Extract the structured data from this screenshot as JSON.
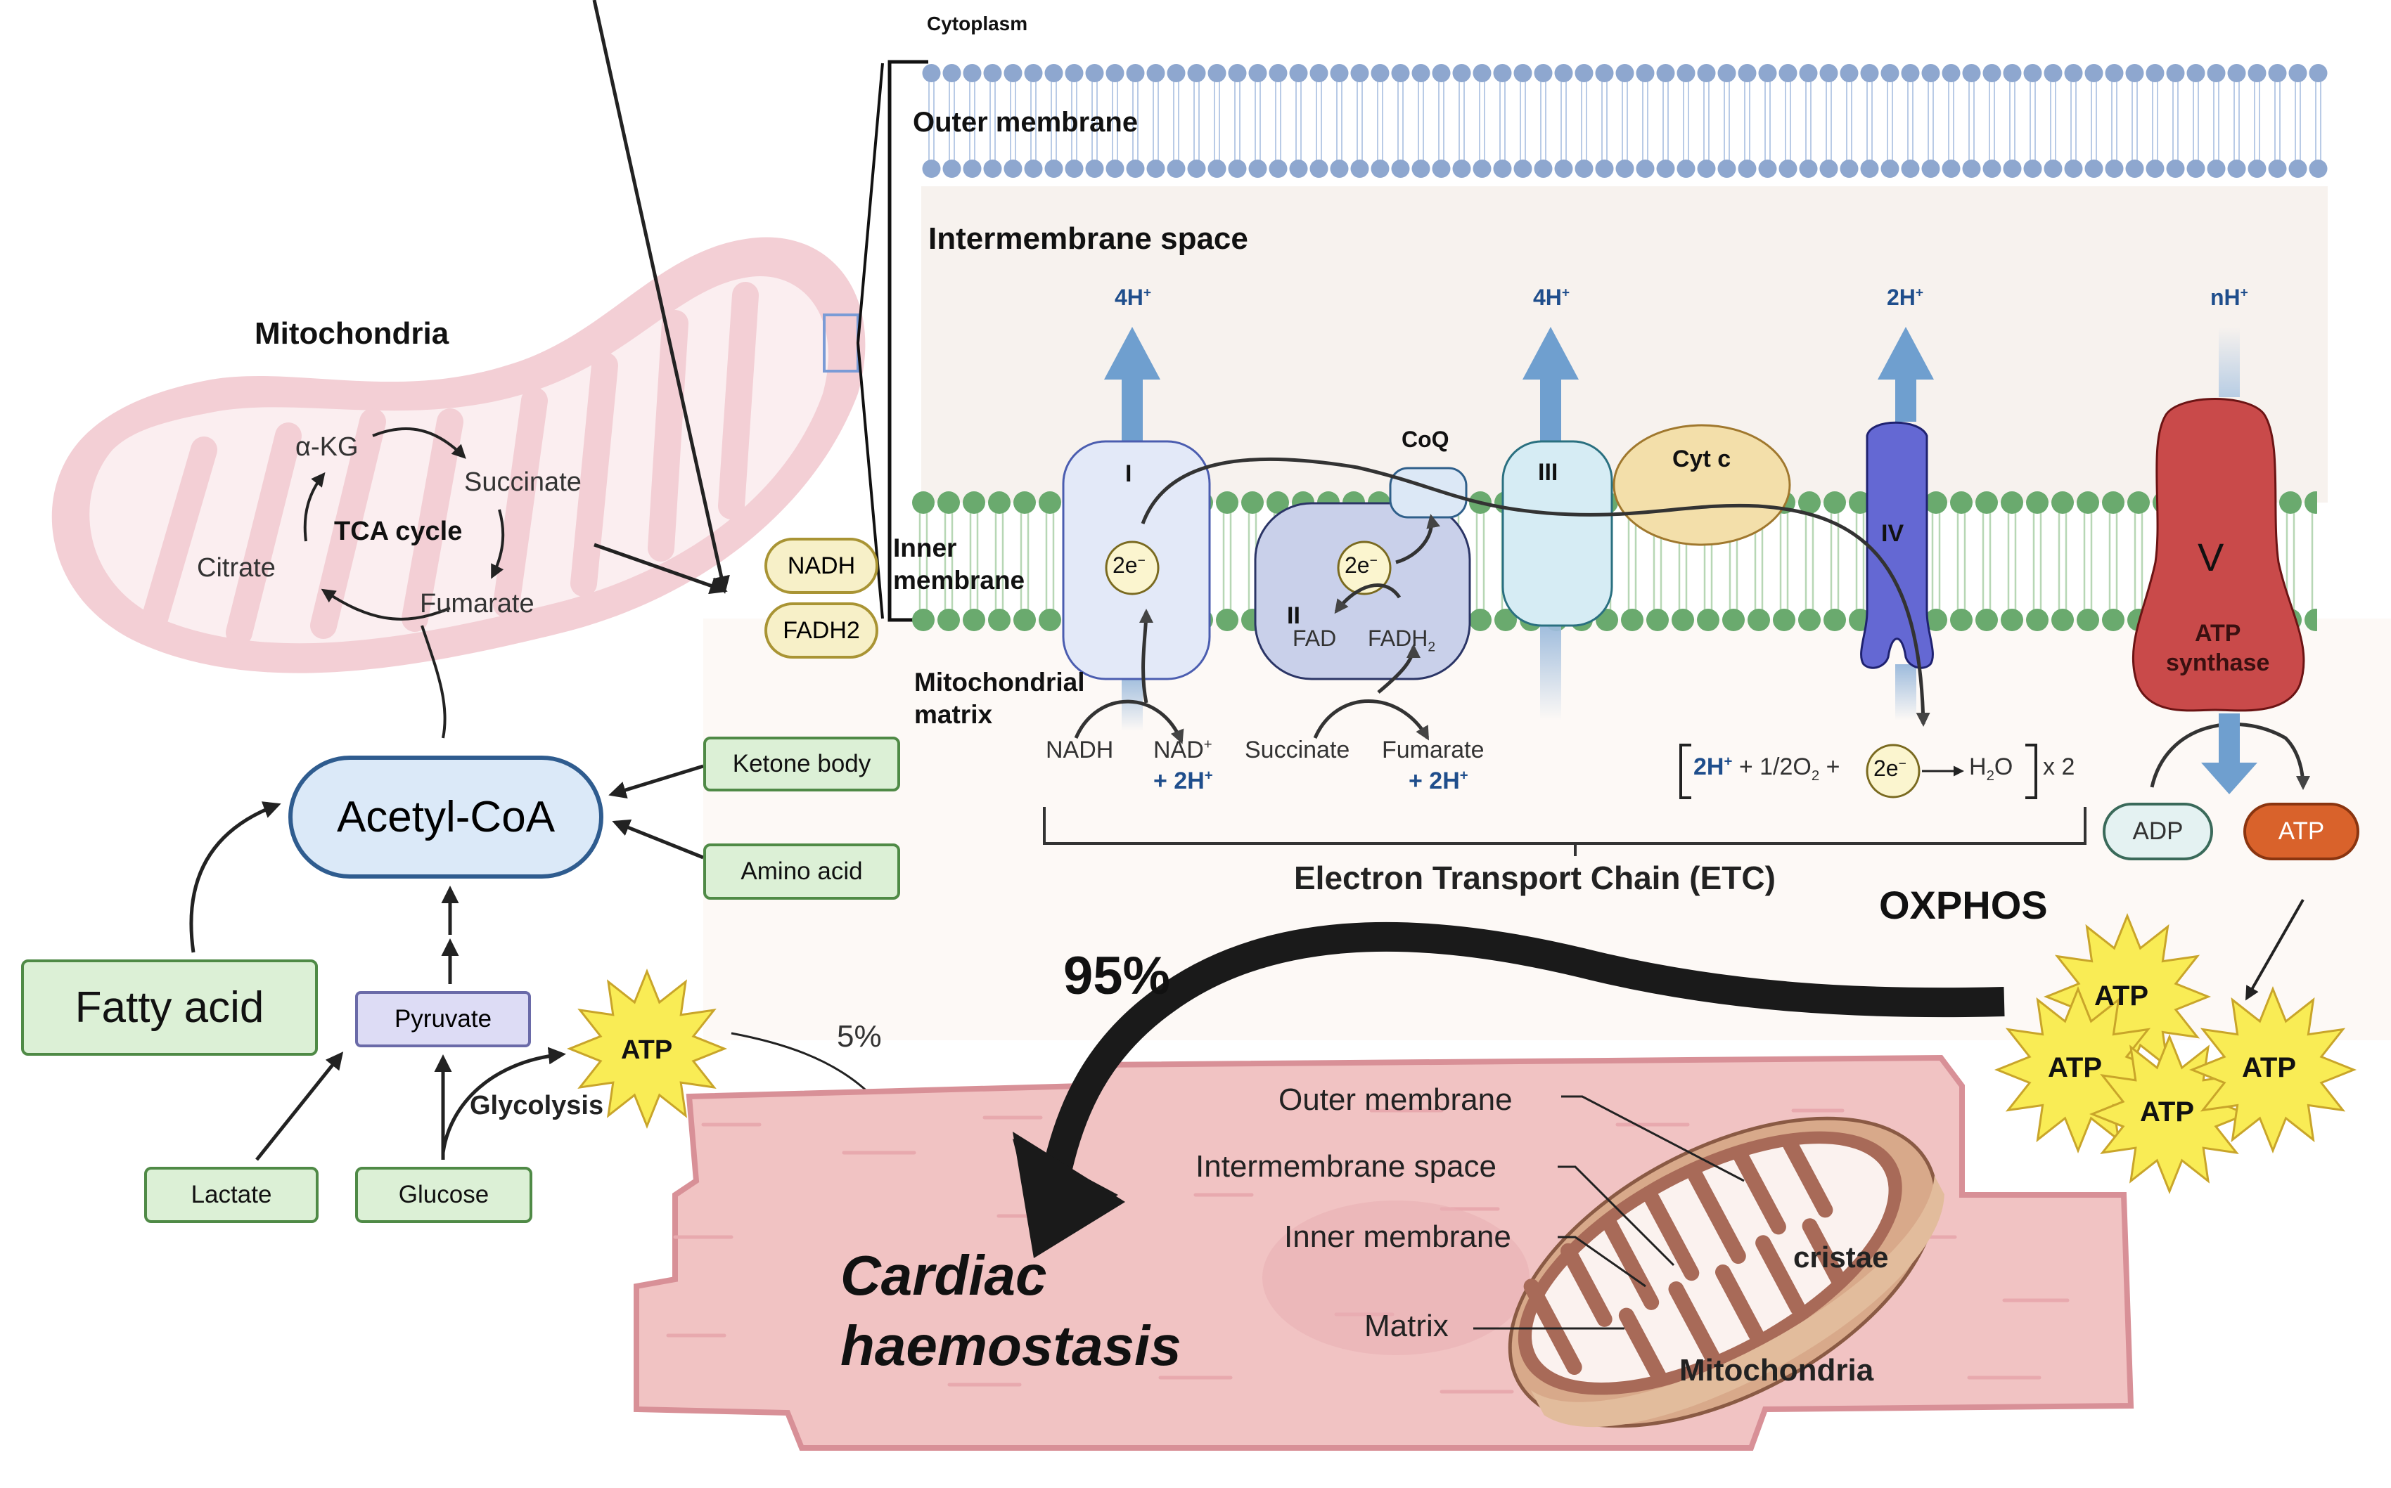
{
  "colors": {
    "outer_membrane": "#8ea7cf",
    "inner_membrane": "#6aaa6e",
    "intermembrane_bg": "#f7f2ee",
    "matrix_bg": "#fdf9f6",
    "mito_pink": "#f3cfd5",
    "proton_arrow": "#6f9fcf",
    "complex_I": "#e3e9f8",
    "complex_II": "#c9d0ea",
    "complex_III": "#d6ecf4",
    "cyt_c": "#f3dfaa",
    "complex_IV": "#6468d3",
    "complex_V": "#c94a4a",
    "atp_star": "#f9ec55",
    "atp_orange": "#d9622b",
    "tissue_pink": "#f1c3c3",
    "acetyl_coa": "#dbe9f8",
    "pyruvate": "#dddcf5",
    "electron": "#fbf5cf"
  },
  "left_panel": {
    "mitochondria_title": "Mitochondria",
    "tca": {
      "alpha_kg": "α-KG",
      "succinate": "Succinate",
      "title": "TCA cycle",
      "citrate": "Citrate",
      "fumarate": "Fumarate"
    },
    "carriers": {
      "nadh": "NADH",
      "fadh2": "FADH2"
    },
    "acetyl_coa": "Acetyl-CoA",
    "ketone_body": "Ketone body",
    "amino_acid": "Amino acid",
    "fatty_acid": "Fatty acid",
    "pyruvate": "Pyruvate",
    "lactate": "Lactate",
    "glucose": "Glucose",
    "glycolysis": "Glycolysis",
    "atp": "ATP",
    "percent_glycolysis": "5%"
  },
  "membrane_panel": {
    "cytoplasm": "Cytoplasm",
    "outer_membrane": "Outer membrane",
    "intermembrane_space": "Intermembrane space",
    "inner_membrane_line1": "Inner",
    "inner_membrane_line2": "membrane",
    "matrix_line1": "Mitochondrial",
    "matrix_line2": "matrix",
    "protons": {
      "complex_I": "4H",
      "complex_III": "4H",
      "complex_IV": "2H",
      "complex_V": "nH",
      "plus": "+"
    },
    "complexes": {
      "I": "I",
      "II": "II",
      "III": "III",
      "IV": "IV",
      "V": "V",
      "coq": "CoQ",
      "cyt_c": "Cyt c",
      "atp_synthase_line1": "ATP",
      "atp_synthase_line2": "synthase"
    },
    "electrons": "2e",
    "electron_sup": "−",
    "fad": "FAD",
    "fadh2": "FADH",
    "fadh2_sub": "2",
    "nadh": "NADH",
    "nad_plus": "NAD",
    "plus_2h": "+ 2H",
    "succinate": "Succinate",
    "fumarate": "Fumarate",
    "equation": {
      "h": "2H",
      "o2": "+ 1/2O",
      "o2_sub": "2",
      "plus": "+",
      "water": "H",
      "water_sub": "2",
      "water_o": "O",
      "times": "x 2"
    },
    "etc_label": "Electron Transport Chain (ETC)",
    "adp": "ADP",
    "atp": "ATP",
    "oxphos": "OXPHOS",
    "atp_cluster": [
      "ATP",
      "ATP",
      "ATP",
      "ATP",
      "ATP"
    ]
  },
  "tissue_panel": {
    "percent_oxphos": "95%",
    "title_line1": "Cardiac",
    "title_line2": "haemostasis",
    "outer_membrane": "Outer membrane",
    "intermembrane_space": "Intermembrane space",
    "inner_membrane": "Inner membrane",
    "matrix": "Matrix",
    "cristae": "cristae",
    "mitochondria": "Mitochondria"
  }
}
